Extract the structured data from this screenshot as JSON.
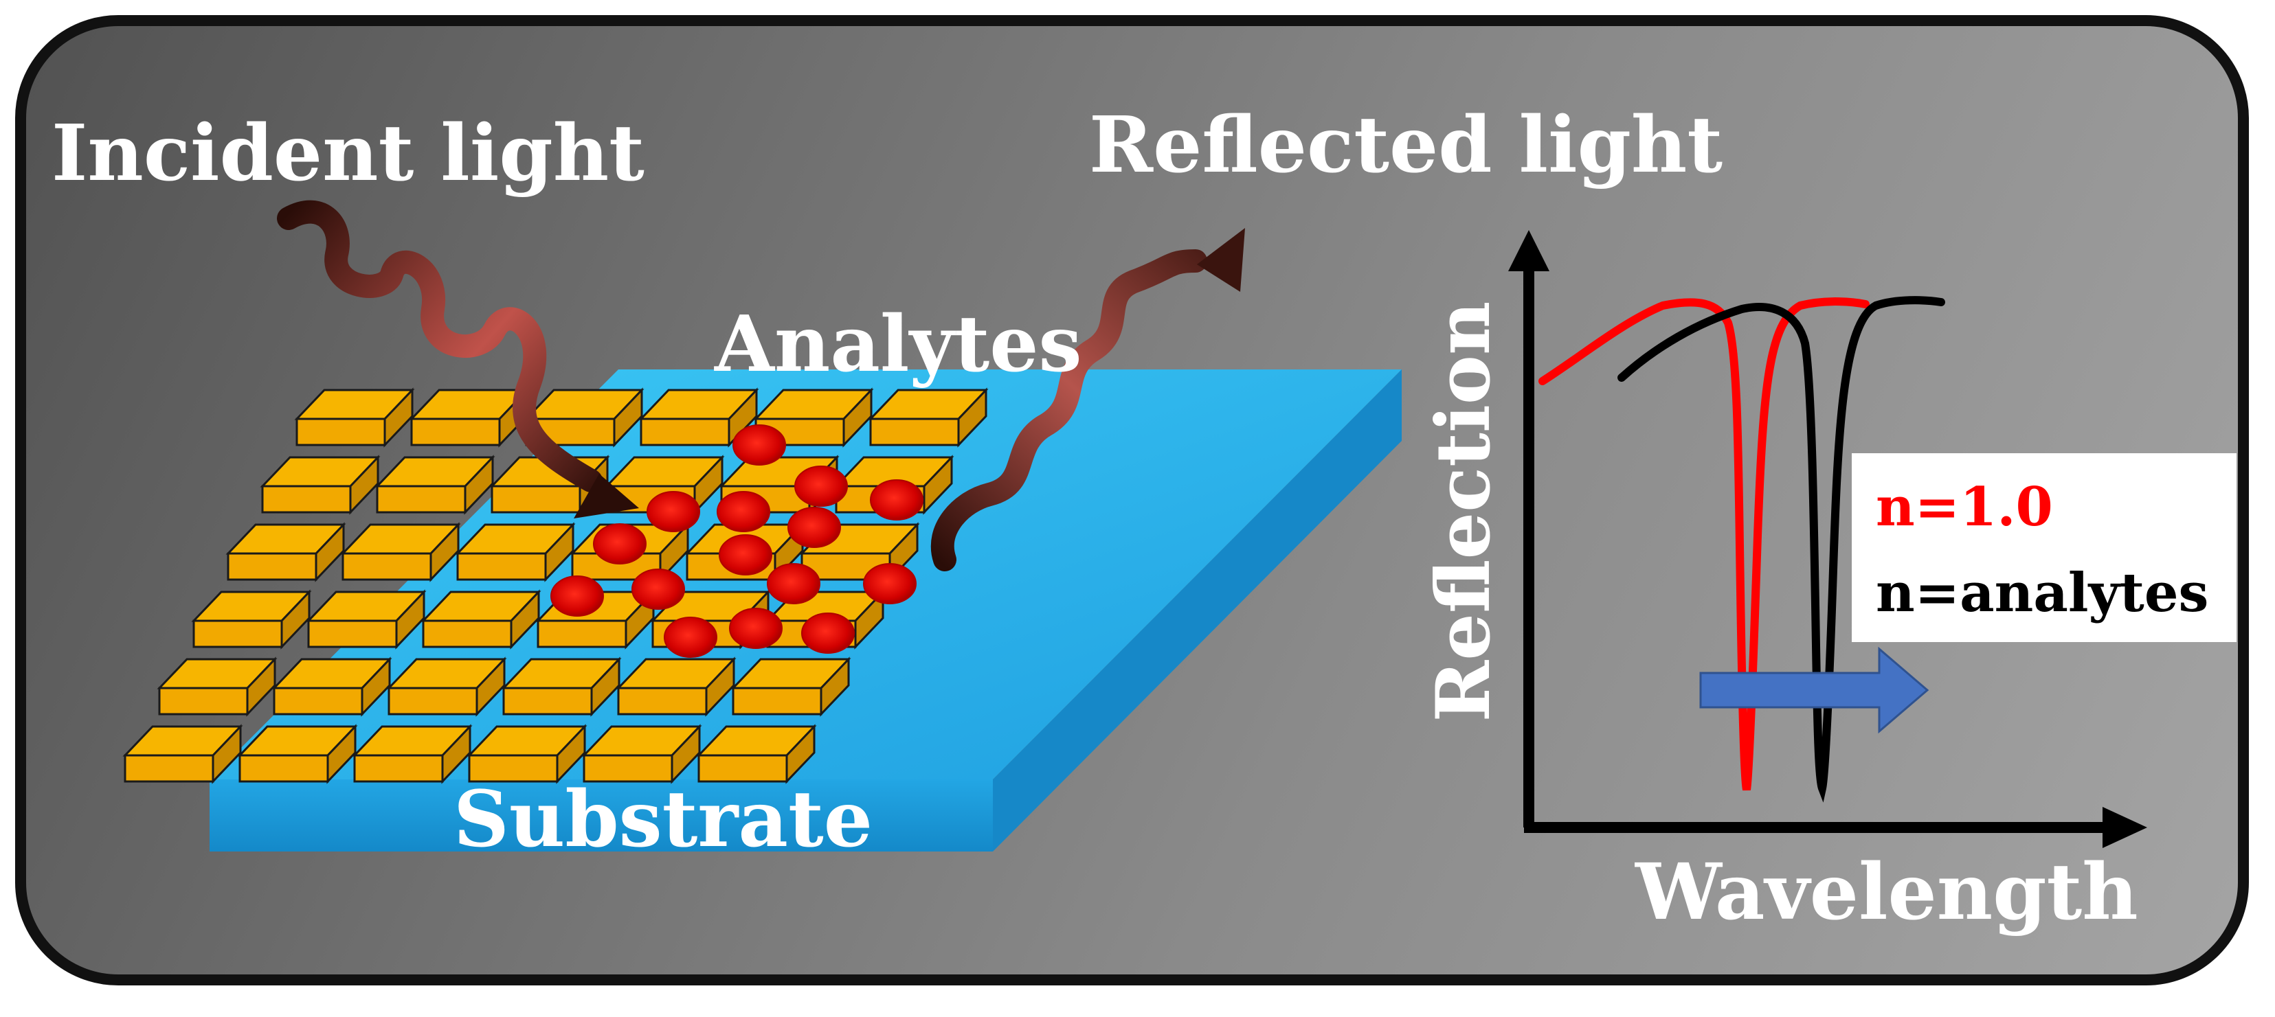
{
  "labels": {
    "incident": "Incident light",
    "reflected": "Reflected light",
    "analytes": "Analytes",
    "substrate": "Substrate"
  },
  "chart_data": {
    "type": "line",
    "xlabel": "Wavelength",
    "ylabel": "Reflection",
    "grid": false,
    "legend_placement": "right",
    "series": [
      {
        "name": "n=1.0",
        "color": "#ff0000"
      },
      {
        "name": "n=analytes",
        "color": "#000000"
      }
    ],
    "annotations": [
      "resonance dip shifts to longer wavelength (blue arrow)"
    ]
  },
  "colors": {
    "background": "#7a7a7a",
    "substrate": "#29a8e6",
    "gold_pad": "#f7b500",
    "analyte": "#d10000",
    "shift_arrow": "#4472c4",
    "light_wave": "#6b1a12"
  }
}
